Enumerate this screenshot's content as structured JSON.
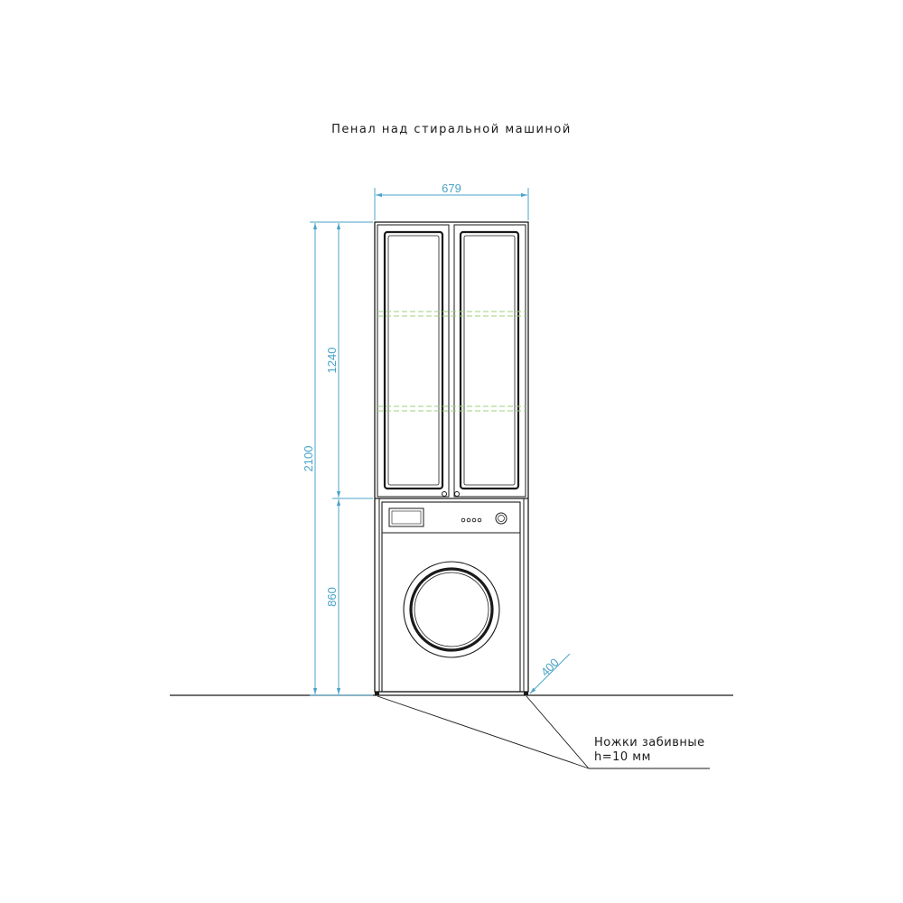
{
  "title": "Пенал над стиральной машиной",
  "dimensions": {
    "width": "679",
    "total_height": "2100",
    "upper_height": "1240",
    "lower_height": "860",
    "depth": "400"
  },
  "note": {
    "line1": "Ножки забивные",
    "line2": "h=10 мм"
  },
  "colors": {
    "dimension": "#4aa3c8",
    "outline": "#1a1a1a",
    "shelf": "#9ed27a"
  }
}
